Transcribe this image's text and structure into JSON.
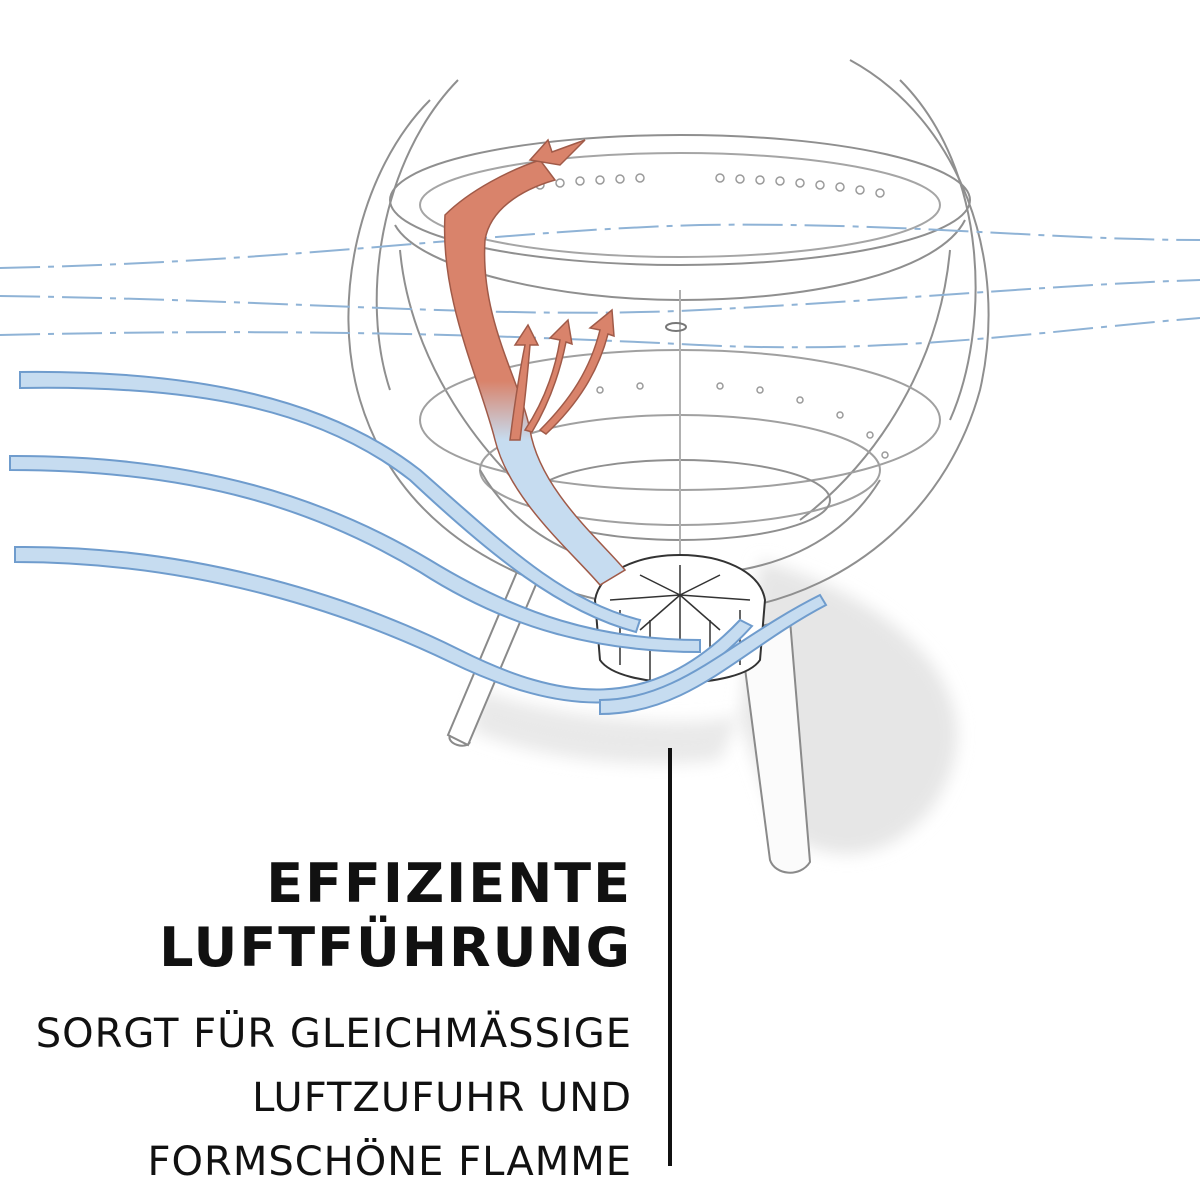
{
  "headline": {
    "line1": "EFFIZIENTE",
    "line2": "LUFTFÜHRUNG"
  },
  "subline": {
    "line1": "SORGT FÜR GLEICHMÄSSIGE",
    "line2": "LUFTZUFUHR UND",
    "line3": "FORMSCHÖNE FLAMME"
  },
  "colors": {
    "text": "#111111",
    "cold_air": "#6f9ccd",
    "cold_air_fill": "#c6dcf0",
    "hot_air": "#c9705a",
    "hot_air_fill": "#d98a73",
    "sketch": "#8a8a8a"
  },
  "icons": {
    "illustration": "fire-bowl-airflow-sketch"
  }
}
